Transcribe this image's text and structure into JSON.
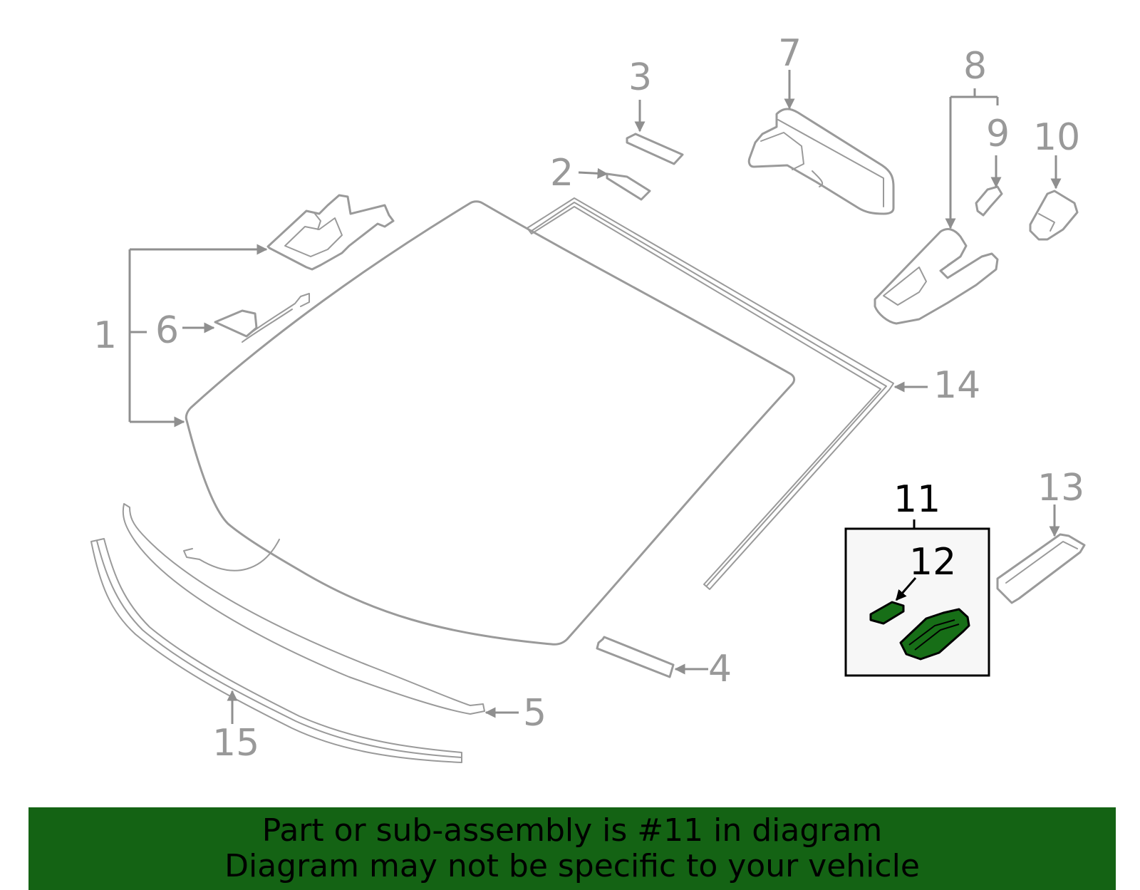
{
  "callouts": {
    "c1": "1",
    "c2": "2",
    "c3": "3",
    "c4": "4",
    "c5": "5",
    "c6": "6",
    "c7": "7",
    "c8": "8",
    "c9": "9",
    "c10": "10",
    "c11": "11",
    "c12": "12",
    "c13": "13",
    "c14": "14",
    "c15": "15"
  },
  "highlight": {
    "part_number": "11",
    "sub_part_number": "12",
    "color": "#176e17"
  },
  "banner": {
    "line1": "Part or sub-assembly is #11 in diagram",
    "line2": "Diagram may not be specific to your vehicle",
    "background": "#146314"
  }
}
